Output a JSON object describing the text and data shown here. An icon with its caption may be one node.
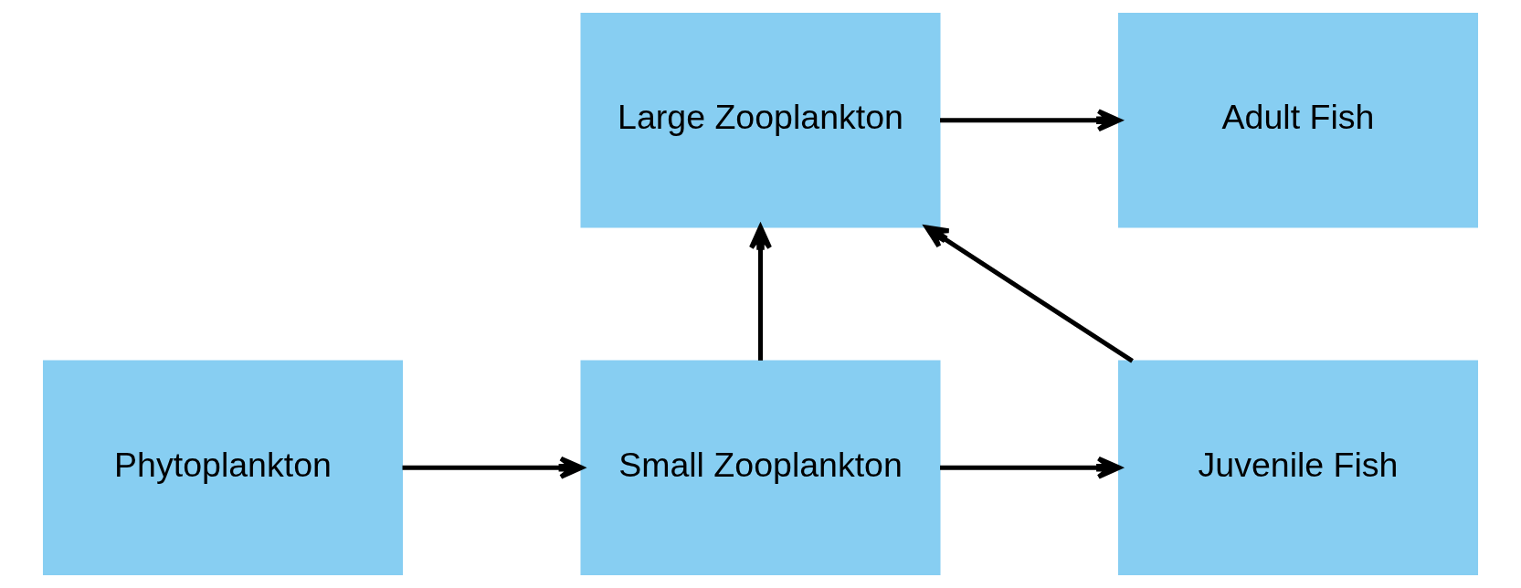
{
  "diagram": {
    "nodes": [
      {
        "text": [
          "Large Zooplankton"
        ]
      },
      {
        "text": [
          "Adult Fish"
        ]
      },
      {
        "text": [
          "Phytoplankton"
        ]
      },
      {
        "text": [
          "Small Zooplankton"
        ]
      },
      {
        "text": [
          "Juvenile Fish"
        ]
      }
    ],
    "edges": [
      {
        "from": 0,
        "to": 1,
        "arrow": "to"
      },
      {
        "from": 3,
        "to": 0,
        "arrow": "to"
      },
      {
        "from": 4,
        "to": 0,
        "arrow": "to"
      },
      {
        "from": 2,
        "to": 3,
        "arrow": "to"
      },
      {
        "from": 3,
        "to": 4,
        "arrow": "to"
      }
    ]
  }
}
